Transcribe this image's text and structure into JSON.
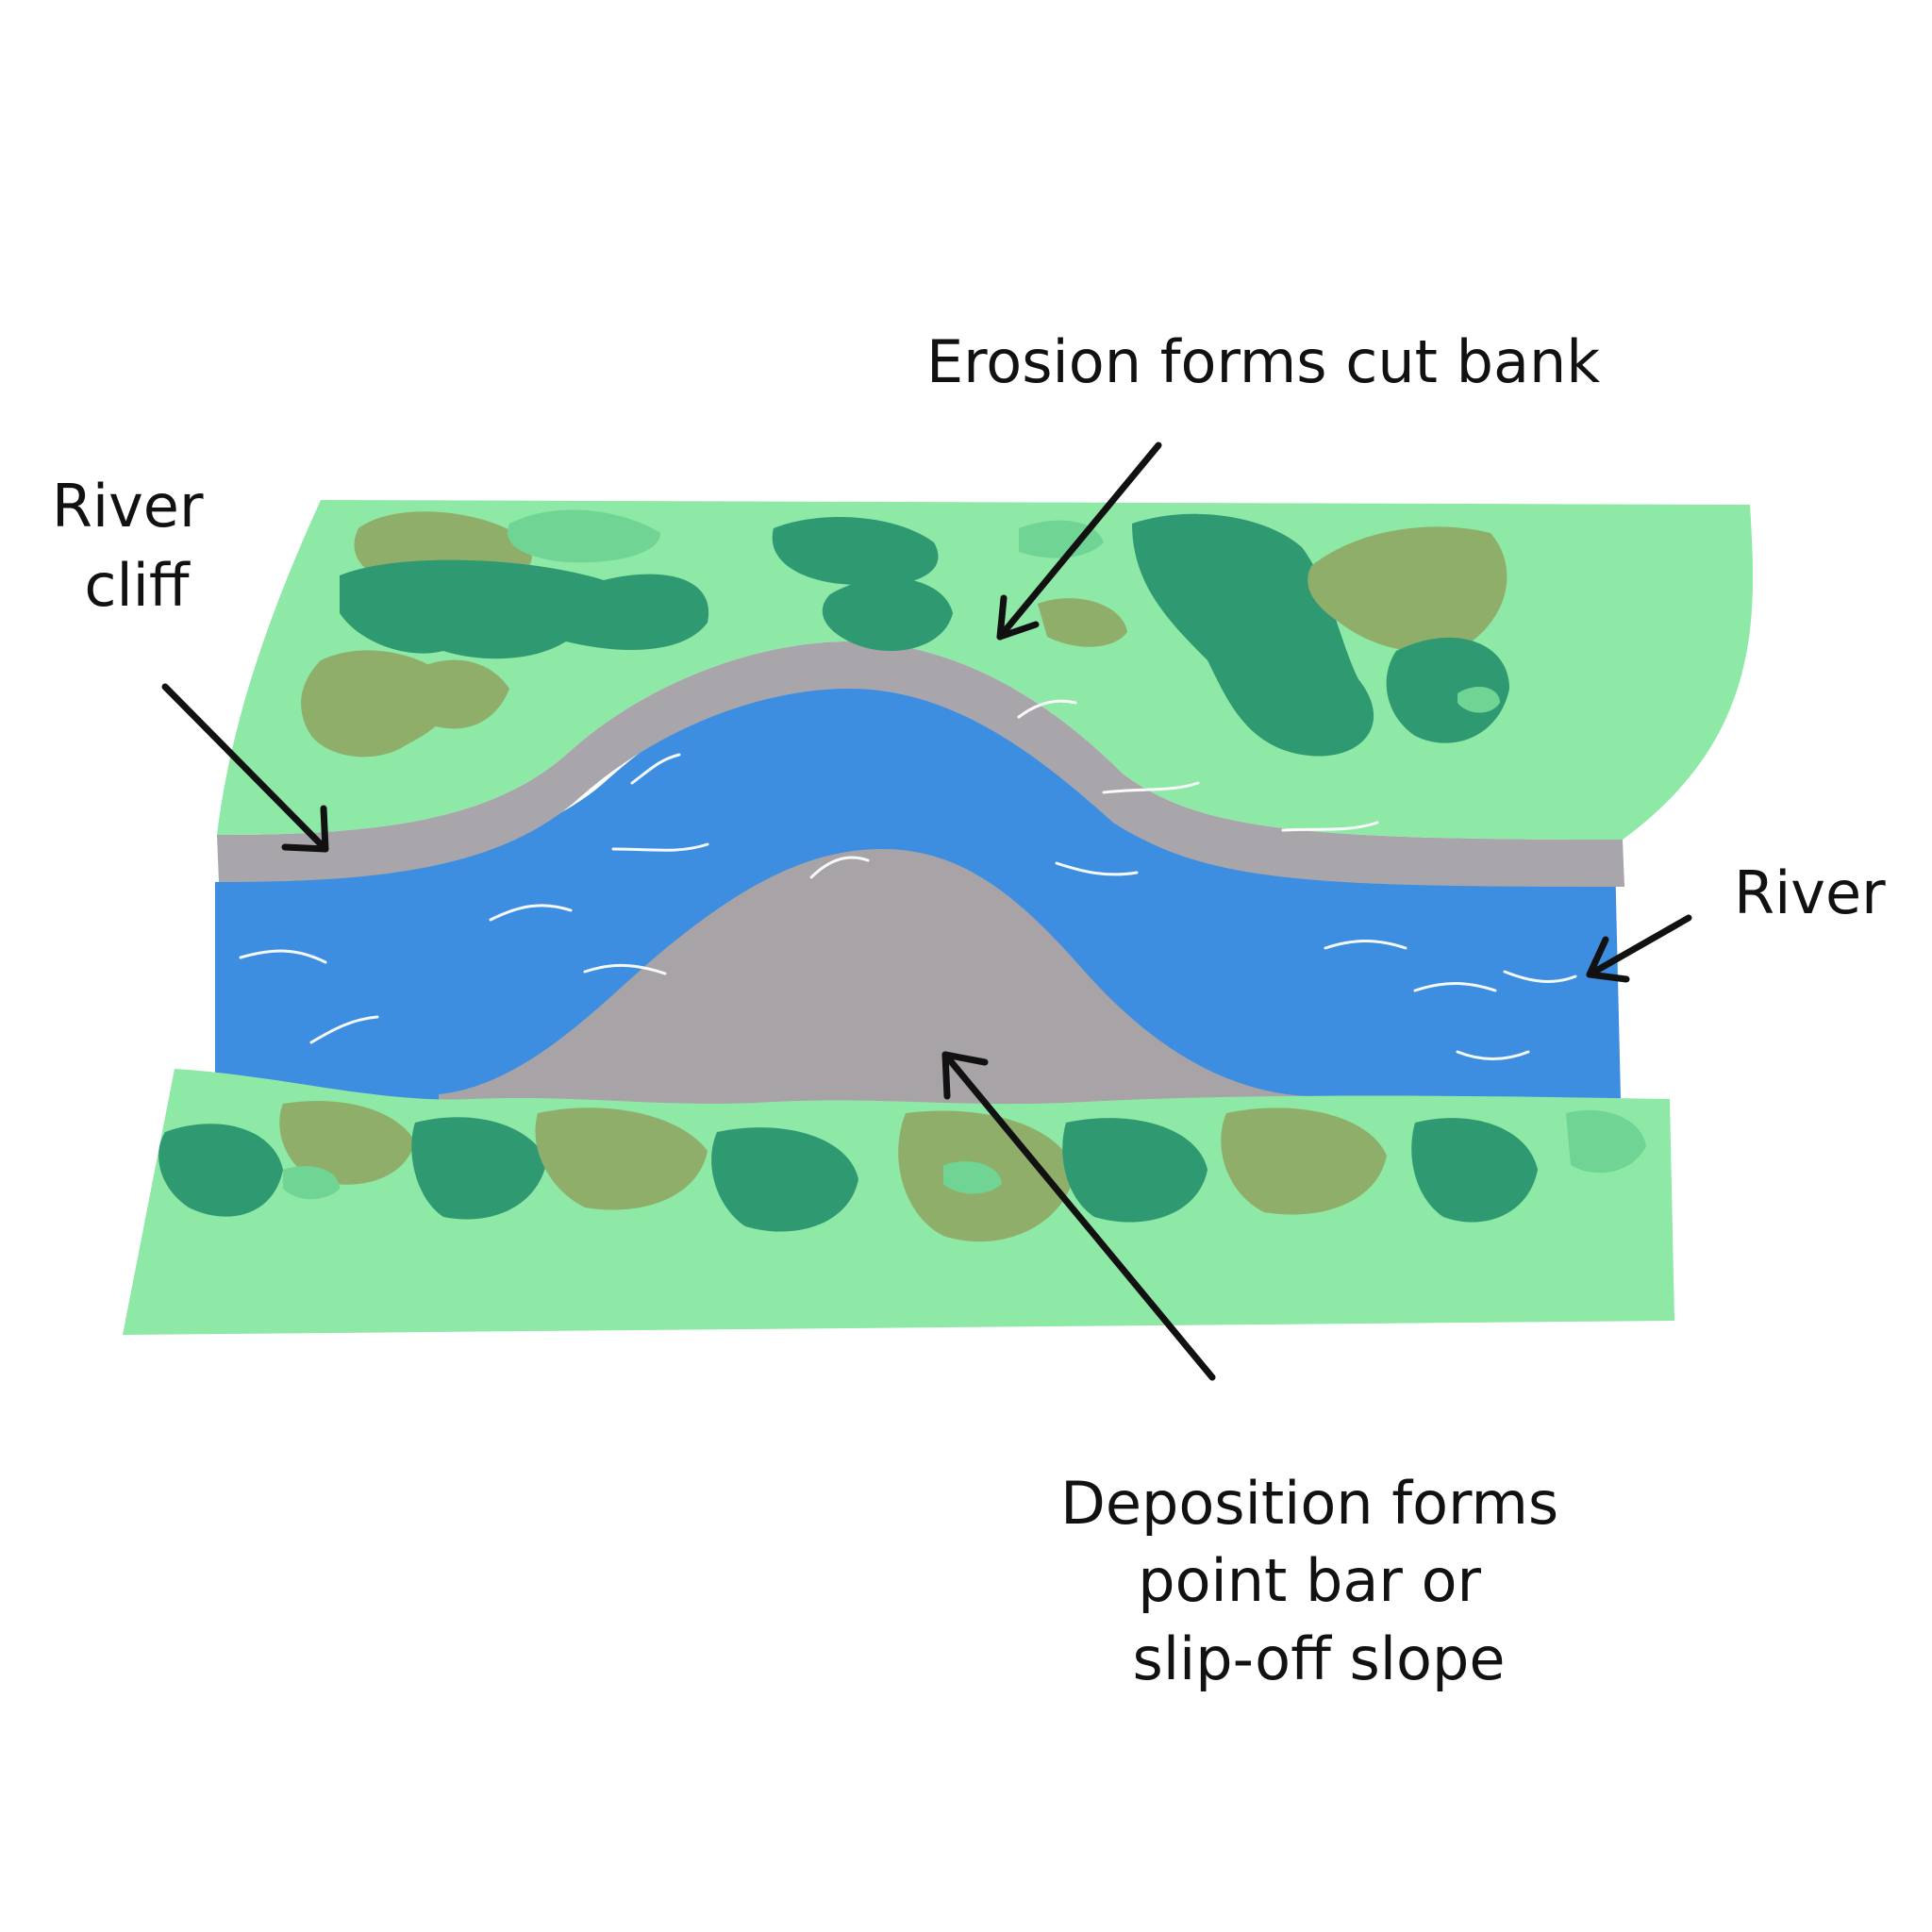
{
  "labels": {
    "erosion": "Erosion forms cut bank",
    "river_cliff": [
      "River",
      "cliff"
    ],
    "river": "River",
    "deposition": [
      "Deposition forms",
      "point bar or",
      "slip-off slope"
    ]
  },
  "colors": {
    "background": "#ffffff",
    "grass_light": "#8ee8a6",
    "grass_mid": "#86d6a0",
    "tree_dark": "#2f9a72",
    "tree_olive": "#8fae6a",
    "tree_pale": "#6fd494",
    "water": "#3d8ee0",
    "cliff_edge": "#a9a6ab",
    "point_bar": "#a8a3a6",
    "ripple": "#ffffff",
    "arrow": "#111111",
    "text": "#111111"
  }
}
